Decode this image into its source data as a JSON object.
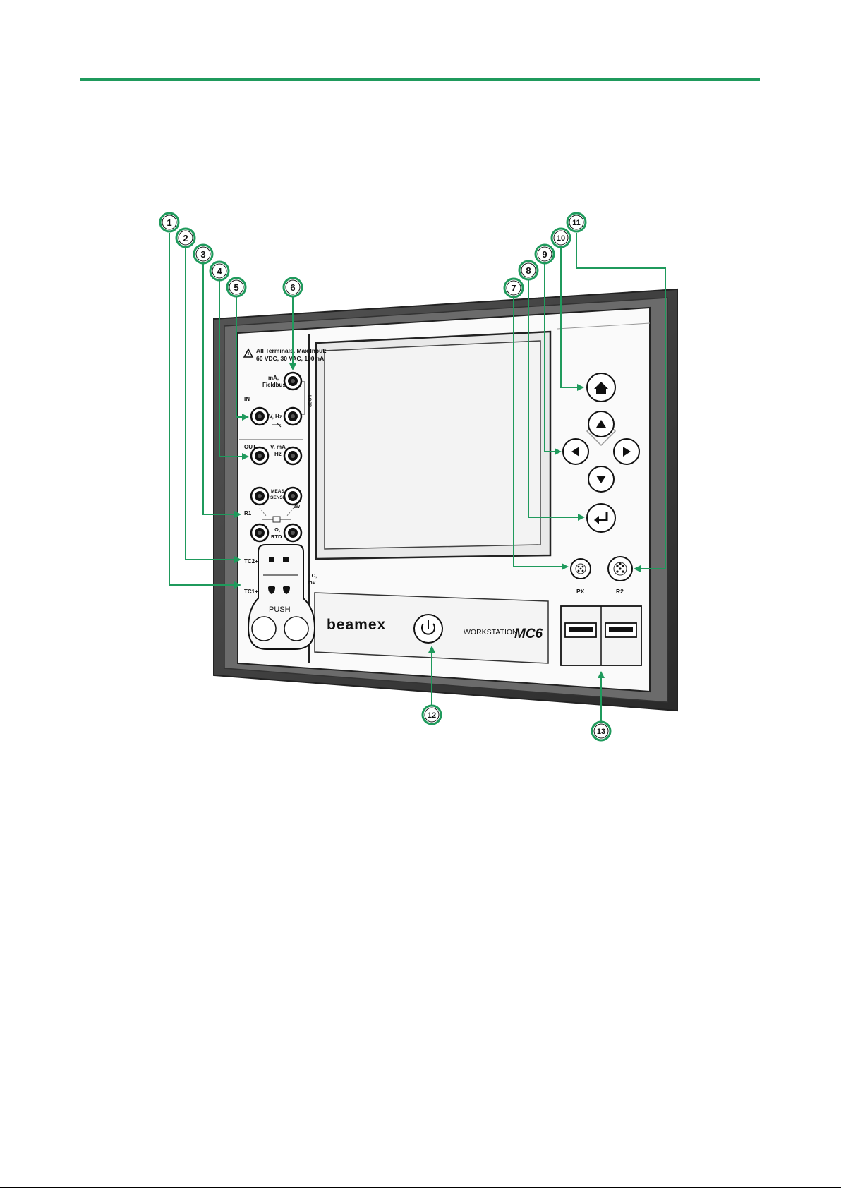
{
  "device": {
    "warning_line1": "All Terminals. Max Input:",
    "warning_line2": "60 VDC,  30 VAC, 100mA",
    "in_label": "IN",
    "out_label": "OUT",
    "ma_fieldbus_line1": "mA,",
    "ma_fieldbus_line2": "Fieldbus",
    "loop_label": "LOOP",
    "v_hz_label": "V, Hz",
    "out_v_ma_line1": "V, mA",
    "out_v_ma_line2": "Hz",
    "meas_sense_line1": "MEAS",
    "meas_sense_line2": "SENSE",
    "r1_label": "R1",
    "three_w_label": "3W",
    "rtd_line1": "Ω,",
    "rtd_line2": "RTD",
    "tc2_label": "TC2+",
    "tc1_label": "TC1+",
    "tc_mv_line1": "TC,",
    "tc_mv_line2": "mV",
    "minus_top": "–",
    "minus_bottom": "–",
    "push_label": "PUSH",
    "brand": "beamex",
    "workstation": "WORKSTATION",
    "model": "MC6",
    "px_label": "PX",
    "r2_label": "R2"
  },
  "callouts": [
    "1",
    "2",
    "3",
    "4",
    "5",
    "6",
    "7",
    "8",
    "9",
    "10",
    "11",
    "12",
    "13"
  ],
  "colors": {
    "accent_green": "#1f9a5c",
    "frame_dark": "#3d3d3d"
  },
  "icons": {
    "home": "home-icon",
    "up": "arrow-up-icon",
    "down": "arrow-down-icon",
    "left": "arrow-left-icon",
    "right": "arrow-right-icon",
    "enter": "enter-icon",
    "power": "power-icon",
    "warning": "warning-triangle-icon"
  }
}
